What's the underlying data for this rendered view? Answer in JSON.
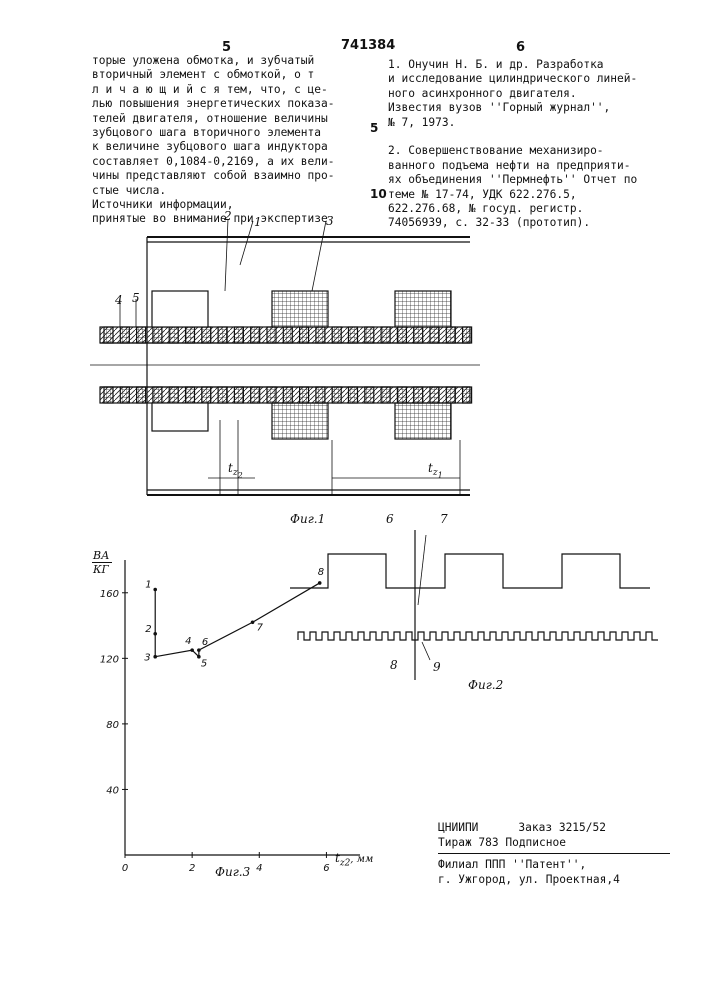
{
  "header": {
    "page_left": "5",
    "patent_number": "741384",
    "page_right": "6"
  },
  "left_column": [
    "торые уложена обмотка, и зубчатый",
    "вторичный элемент с обмоткой, о т",
    "л и ч а ю щ и й с я тем, что, с це-",
    "лью повышения энергетических показа-",
    "телей двигателя, отношение величины",
    "зубцового шага вторичного элемента",
    "к величине зубцового шага индуктора",
    "составляет 0,1084-0,2169, а их вели-",
    "чины представляют собой взаимно про-",
    "стые числа.",
    "      Источники информации,",
    "принятые во внимание при экспертизе"
  ],
  "right_column": [
    "1. Онучин Н. Б. и др. Разработка",
    "и исследование цилиндрического линей-",
    "ного асинхронного двигателя.",
    "Известия вузов ''Горный журнал'',",
    "№ 7, 1973.",
    "",
    "2. Совершенствование механизиро-",
    "ванного подъема нефти на предприяти-",
    "ях объединения ''Пермнефть'' Отчет по",
    "теме № 17-74, УДК 622.276.5,",
    "622.276.68, № госуд. регистр.",
    "74056939, с. 32-33 (прототип)."
  ],
  "line_numbers": {
    "five": "5",
    "ten": "10"
  },
  "fig1": {
    "caption": "Фиг.1",
    "labels": {
      "l1": "1",
      "l2": "2",
      "l3": "3",
      "l4": "4",
      "l5": "5"
    },
    "tz2": "t",
    "tz2_sub": "z",
    "tz2_sub2": "2",
    "tz1": "t",
    "tz1_sub": "z",
    "tz1_sub2": "1"
  },
  "fig2": {
    "caption": "Фиг.2",
    "labels": {
      "l6": "6",
      "l7": "7",
      "l8": "8",
      "l9": "9"
    }
  },
  "chart_data": {
    "type": "line",
    "title": "",
    "ylabel_top": "ВА",
    "ylabel_bottom": "КГ",
    "xlabel": "t",
    "xlabel_sub": "z2",
    "xlabel_unit": ", мм",
    "caption": "Фиг.3",
    "ylim": [
      0,
      180
    ],
    "xlim": [
      0,
      7
    ],
    "x_ticks": [
      "0",
      "2",
      "4",
      "6"
    ],
    "y_ticks": [
      "40",
      "80",
      "120",
      "160"
    ],
    "points": [
      {
        "label": "1",
        "x": 0.9,
        "y": 162
      },
      {
        "label": "2",
        "x": 0.9,
        "y": 135
      },
      {
        "label": "3",
        "x": 0.9,
        "y": 121
      },
      {
        "label": "4",
        "x": 2.0,
        "y": 125
      },
      {
        "label": "5",
        "x": 2.2,
        "y": 121
      },
      {
        "label": "6",
        "x": 2.2,
        "y": 125
      },
      {
        "label": "7",
        "x": 3.8,
        "y": 142
      },
      {
        "label": "8",
        "x": 5.8,
        "y": 166
      }
    ]
  },
  "footer": {
    "org": "ЦНИИПИ",
    "order": "Заказ 3215/52",
    "circulation": "Тираж  783 Подписное",
    "branch": "Филиал ППП ''Патент'',",
    "address": "г. Ужгород, ул. Проектная,4"
  }
}
